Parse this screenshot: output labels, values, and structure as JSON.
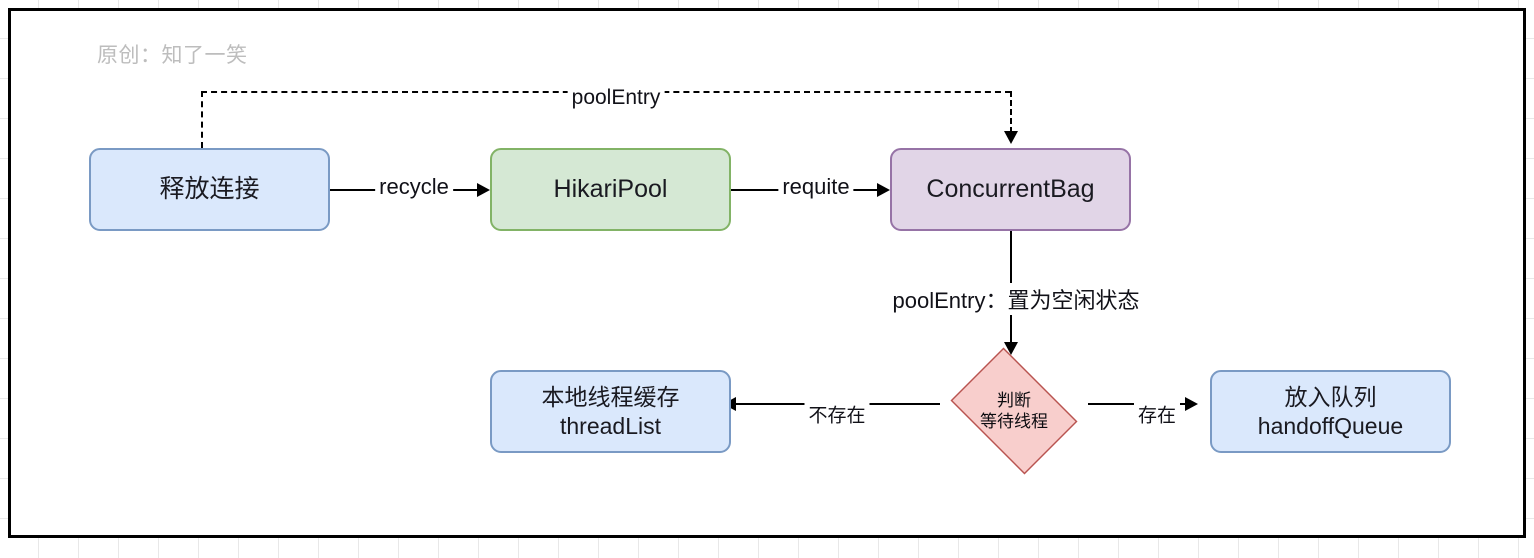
{
  "canvas": {
    "watermark": "原创：知了一笑"
  },
  "nodes": {
    "release": {
      "label": "释放连接",
      "fill": "#dae8fc",
      "stroke": "#7a9ac4"
    },
    "hikaripool": {
      "label": "HikariPool",
      "fill": "#d5e8d4",
      "stroke": "#82b366"
    },
    "concurrentbag": {
      "label": "ConcurrentBag",
      "fill": "#e1d5e7",
      "stroke": "#9673a6"
    },
    "decision": {
      "line1": "判断",
      "line2": "等待线程",
      "fill": "#f8cecc",
      "stroke": "#b85450"
    },
    "threadlist": {
      "line1": "本地线程缓存",
      "line2": "threadList",
      "fill": "#dae8fc",
      "stroke": "#7a9ac4"
    },
    "handoffqueue": {
      "line1": "放入队列",
      "line2": "handoffQueue",
      "fill": "#dae8fc",
      "stroke": "#7a9ac4"
    }
  },
  "edges": {
    "recycle": "recycle",
    "requite": "requite",
    "poolentry_return": "poolEntry",
    "poolentry_idle": "poolEntry：置为空闲状态",
    "not_exist": "不存在",
    "exist": "存在"
  }
}
